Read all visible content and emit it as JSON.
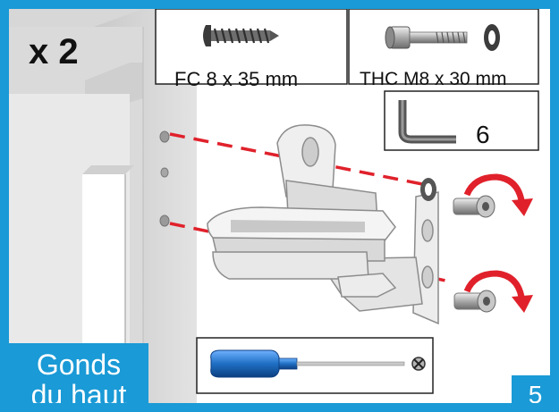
{
  "quantity": "x 2",
  "parts": {
    "screw_fc": "FC 8 x 35 mm",
    "screw_thc": "THC M8 x 30 mm",
    "allen_key": "6"
  },
  "title": {
    "line1": "Gonds",
    "line2": "du haut"
  },
  "step": "5",
  "colors": {
    "frame": "#1a9ad6",
    "guide_lines": "#e0212b",
    "rotate_arrows": "#e0212b",
    "screwdriver": "#1f6fc4"
  },
  "icons": [
    "screw-fc-icon",
    "screw-thc-icon",
    "washer-icon",
    "allen-key-icon",
    "screwdriver-icon",
    "hinge-bracket-icon",
    "rotate-arrow-icon"
  ]
}
